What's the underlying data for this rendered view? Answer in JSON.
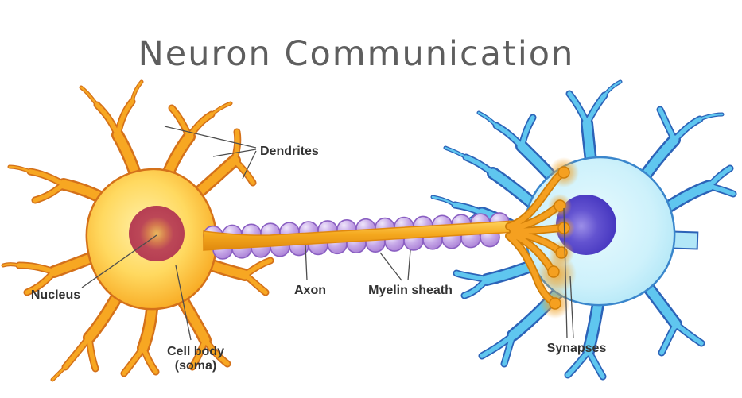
{
  "title": "Neuron Communication",
  "labels": {
    "dendrites": "Dendrites",
    "nucleus": "Nucleus",
    "cell_body_line1": "Cell body",
    "cell_body_line2": "(soma)",
    "axon": "Axon",
    "myelin_sheath": "Myelin sheath",
    "synapses": "Synapses"
  },
  "colors": {
    "background": "#ffffff",
    "title_text": "#5e5e5e",
    "label_text": "#333333",
    "leader_line": "#4d4d4d",
    "neuron_left_fill_center": "#fff0a8",
    "neuron_left_fill_edge": "#f09c1a",
    "neuron_left_branch": "#f7a722",
    "neuron_left_outline": "#d4711a",
    "nucleus_left_outer": "#b43c52",
    "nucleus_left_inner": "#eab95e",
    "axon_fill": "#f5a91f",
    "axon_outline": "#e0890f",
    "myelin_fill": "#c7a9e8",
    "myelin_highlight": "#efe6fa",
    "myelin_outline": "#8a5fc2",
    "neuron_right_fill_center": "#e8fafe",
    "neuron_right_fill_edge": "#a5e2f5",
    "neuron_right_branch": "#5fc6ef",
    "neuron_right_trunk": "#b2e7f8",
    "neuron_right_outline": "#2c63b8",
    "neuron_right_soma_outline": "#3a86cc",
    "nucleus_right_outer": "#4334be",
    "nucleus_right_inner": "#9c8fe8",
    "synapse_fill": "#f5a020",
    "synapse_outline": "#d07e08",
    "synapse_glow": "#f0a52e"
  }
}
